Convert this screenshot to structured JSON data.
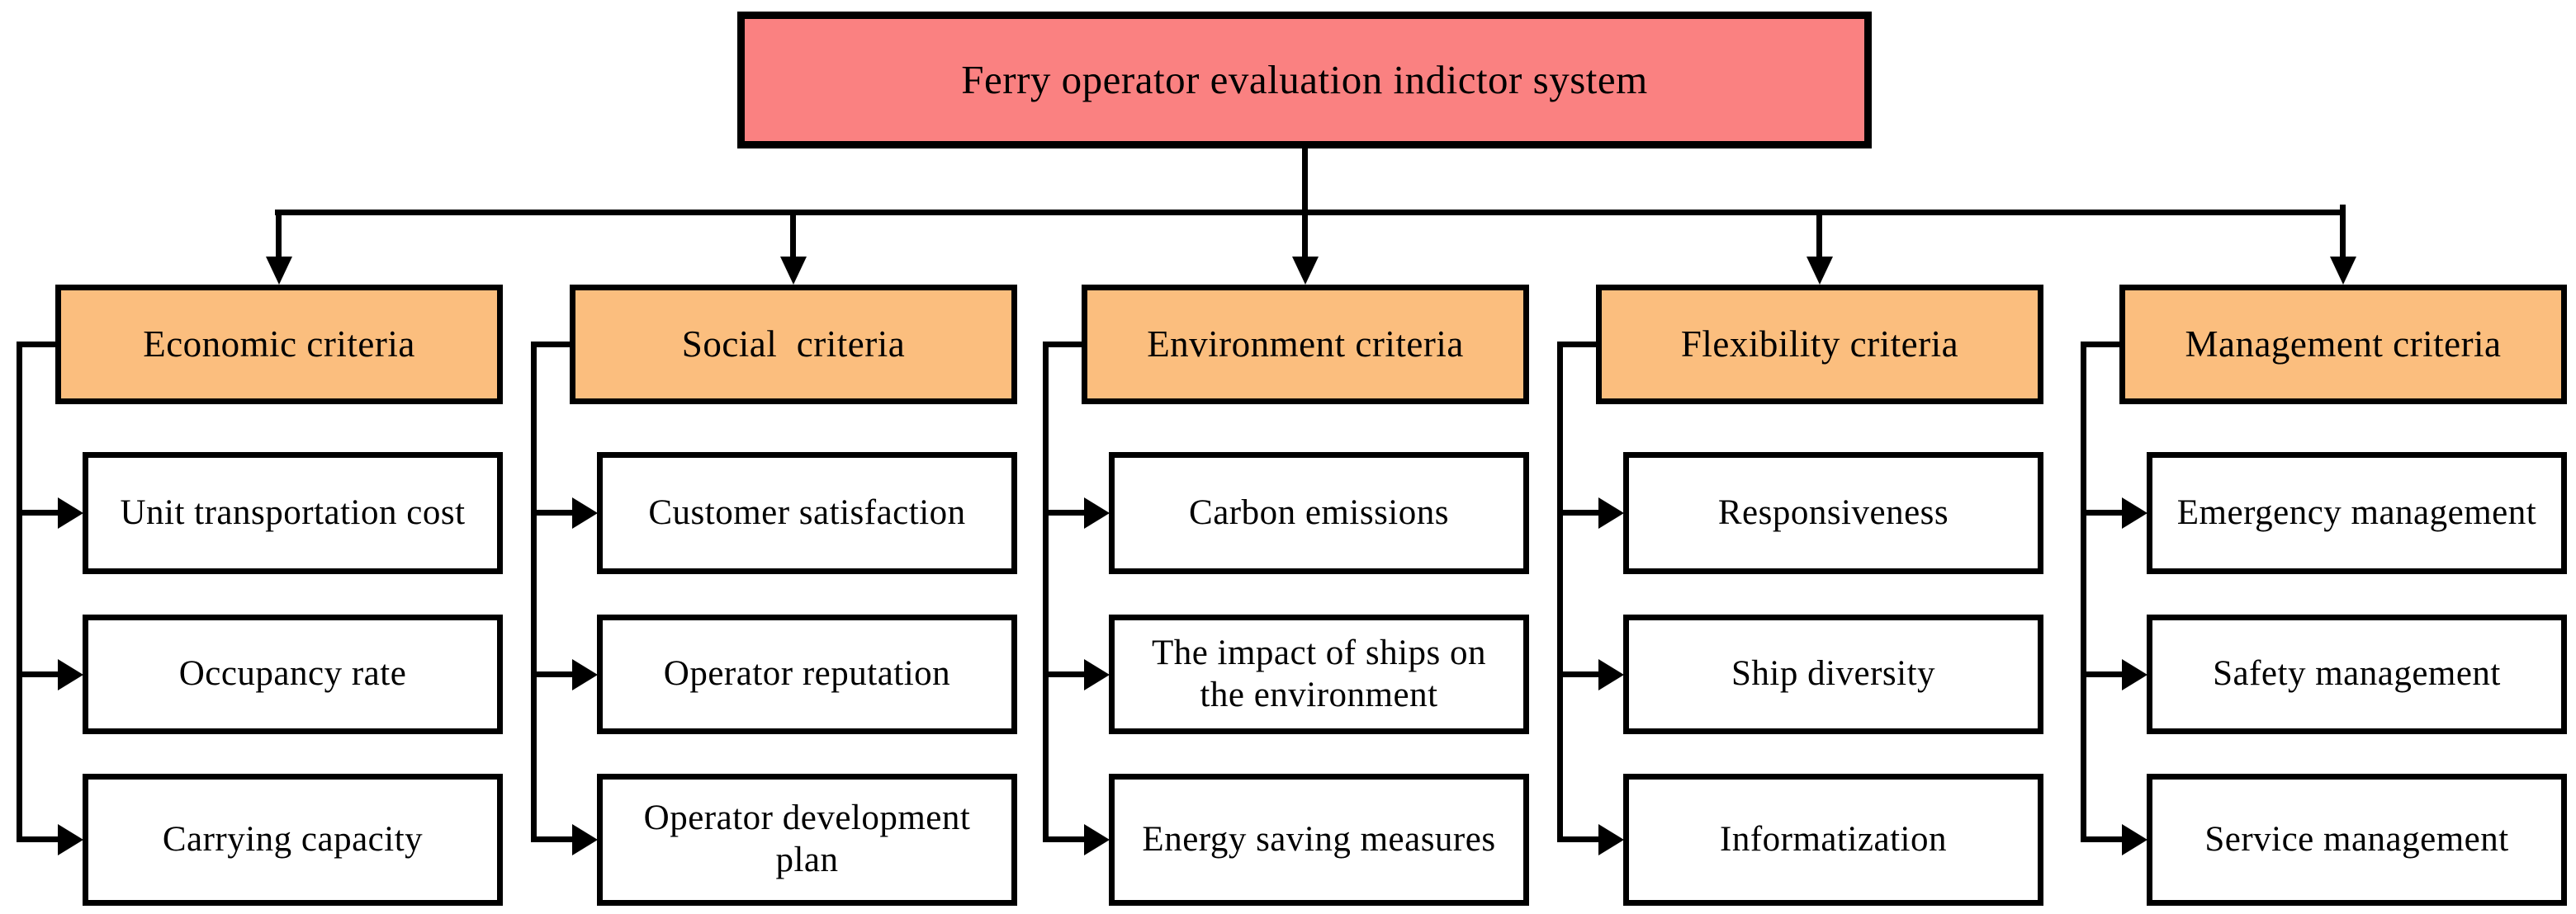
{
  "diagram": {
    "title": "Ferry operator evaluation indictor system",
    "colors": {
      "root_fill": "#FA8181",
      "criteria_fill": "#FBBE7E",
      "leaf_fill": "#FFFFFF",
      "line_color": "#000000"
    },
    "branches": [
      {
        "label": "Economic criteria",
        "children": [
          "Unit transportation cost",
          "Occupancy rate",
          "Carrying capacity"
        ]
      },
      {
        "label": "Social  criteria",
        "children": [
          "Customer satisfaction",
          "Operator reputation",
          "Operator development\nplan"
        ]
      },
      {
        "label": "Environment criteria",
        "children": [
          "Carbon emissions",
          "The impact of ships on\nthe environment",
          "Energy saving measures"
        ]
      },
      {
        "label": "Flexibility criteria",
        "children": [
          "Responsiveness",
          "Ship diversity",
          "Informatization"
        ]
      },
      {
        "label": "Management criteria",
        "children": [
          "Emergency management",
          "Safety management",
          "Service management"
        ]
      }
    ]
  }
}
